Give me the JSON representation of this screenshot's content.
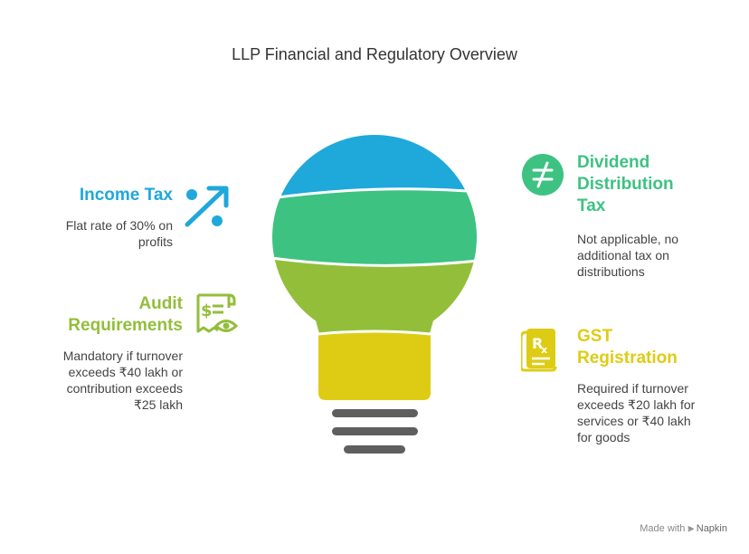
{
  "title": "LLP Financial and Regulatory Overview",
  "colors": {
    "blue": "#1fa8da",
    "green": "#3dc282",
    "lime": "#93be3a",
    "yellow": "#decc14",
    "base": "#5f5f5f"
  },
  "items": [
    {
      "id": "income-tax",
      "heading_lines": [
        "Income Tax"
      ],
      "desc_lines": [
        "Flat rate of 30% on",
        "profits"
      ],
      "icon": "trend-arrow-icon",
      "color": "#1fa8da"
    },
    {
      "id": "audit",
      "heading_lines": [
        "Audit",
        "Requirements"
      ],
      "desc_lines": [
        "Mandatory if turnover",
        "exceeds ₹40 lakh or",
        "contribution exceeds",
        "₹25 lakh"
      ],
      "icon": "audit-receipt-icon",
      "color": "#93be3a"
    },
    {
      "id": "dividend",
      "heading_lines": [
        "Dividend",
        "Distribution",
        "Tax"
      ],
      "desc_lines": [
        "Not applicable, no",
        "additional tax on",
        "distributions"
      ],
      "icon": "not-equal-icon",
      "color": "#3dc282"
    },
    {
      "id": "gst",
      "heading_lines": [
        "GST",
        "Registration"
      ],
      "desc_lines": [
        "Required if turnover",
        "exceeds ₹20 lakh for",
        "services or ₹40 lakh",
        "for goods"
      ],
      "icon": "prescription-icon",
      "color": "#decc14"
    }
  ],
  "footer": {
    "prefix": "Made with",
    "brand": "Napkin"
  }
}
